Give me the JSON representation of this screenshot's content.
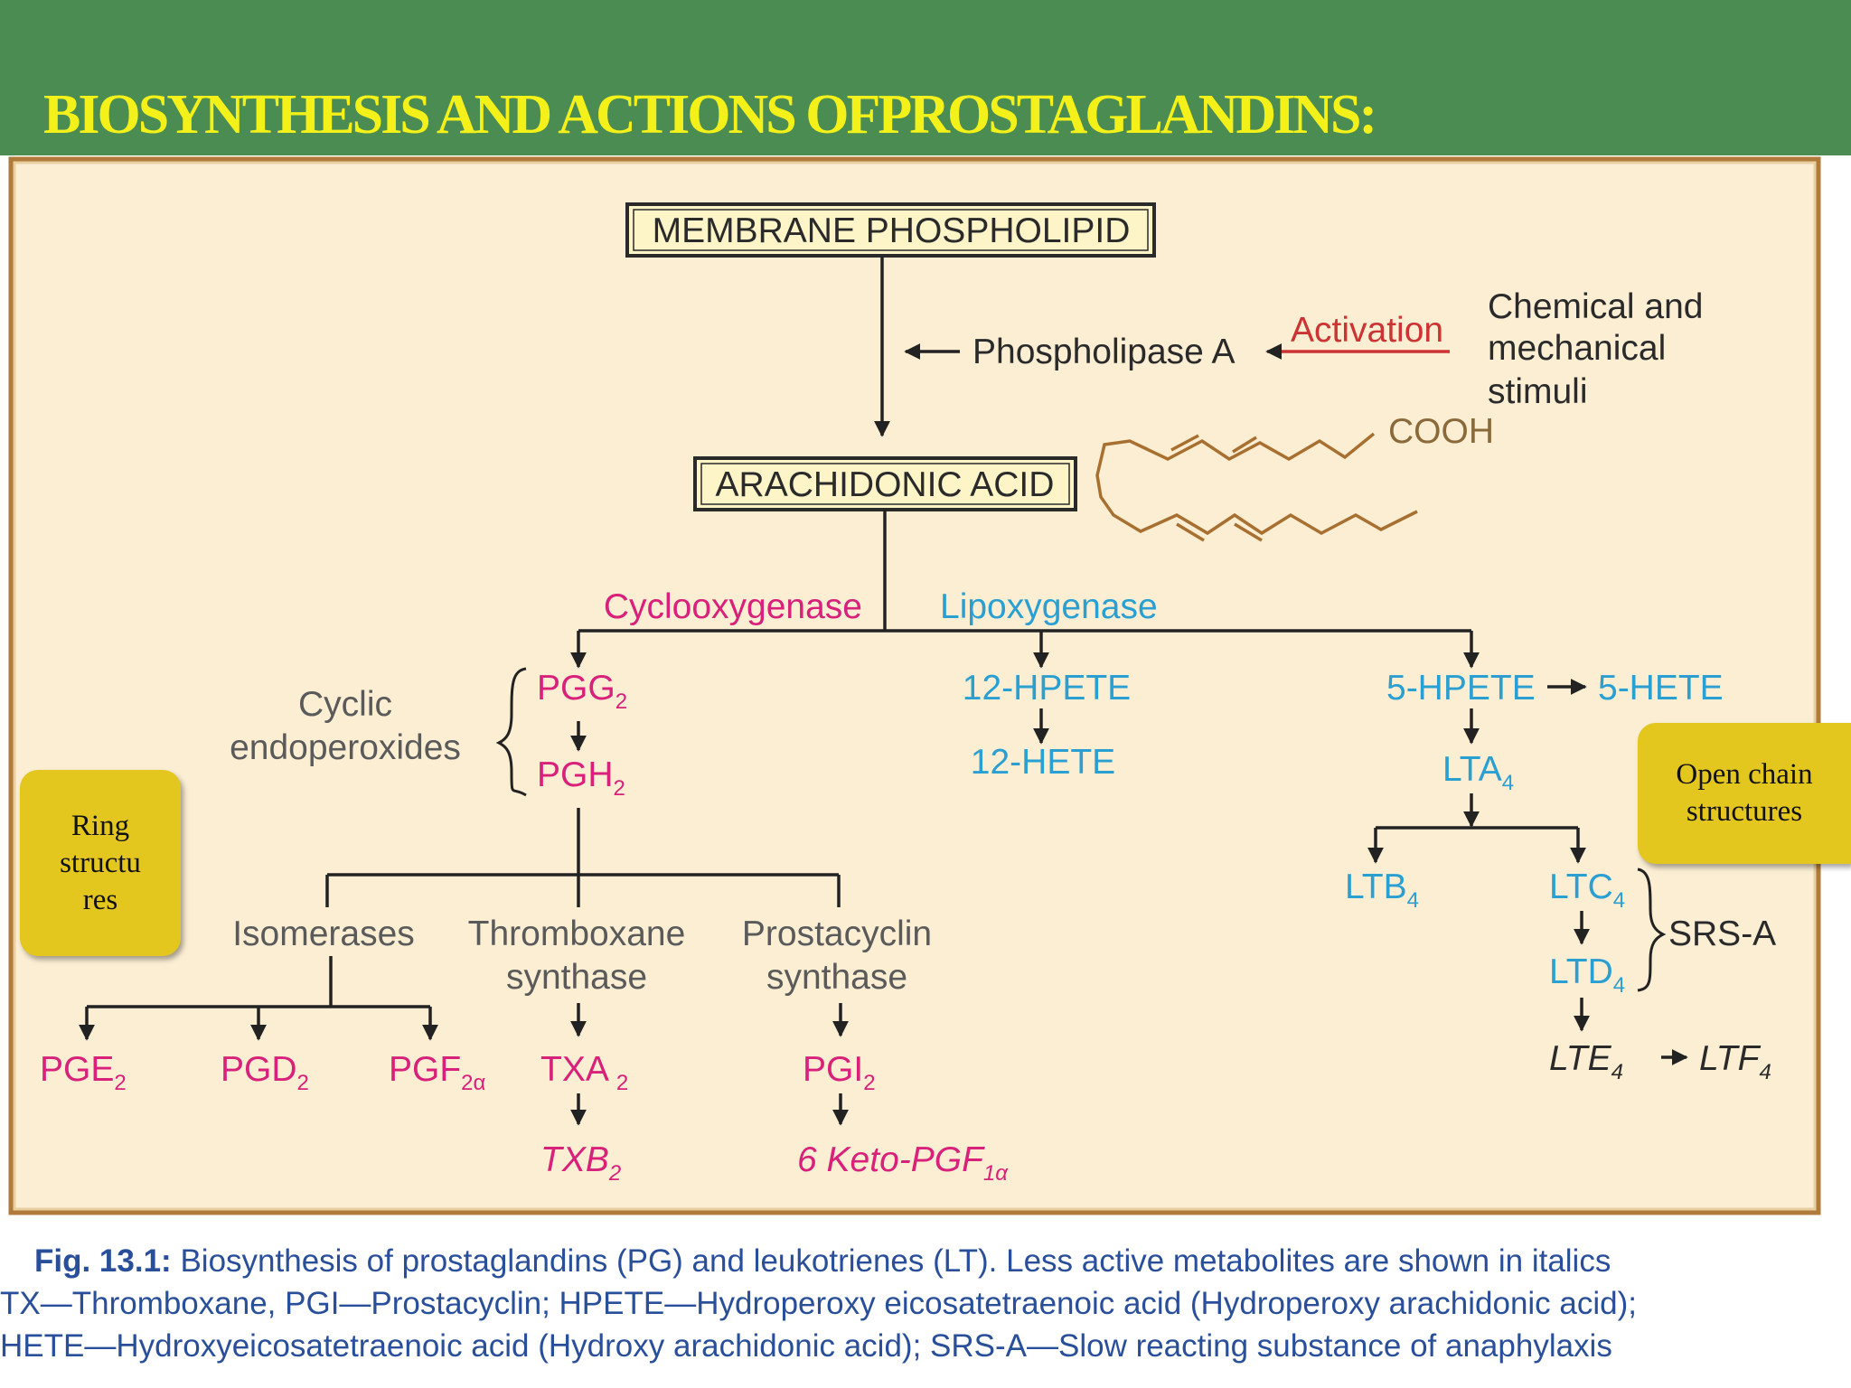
{
  "title": "BIOSYNTHESIS AND ACTIONS OFPROSTAGLANDINS:",
  "colors": {
    "header": "#4a8c52",
    "title": "#f3f01a",
    "panel": "#fbeed3",
    "panel_border": "#b07a3a",
    "cyclo": "#d8217a",
    "lipo": "#2a9fd2",
    "note": "#e3c71e"
  },
  "diagram": {
    "membrane": "MEMBRANE PHOSPHOLIPID",
    "phospholipase": "Phospholipase A",
    "activation": "Activation",
    "stimuli": [
      "Chemical and",
      "mechanical",
      "stimuli"
    ],
    "cooh": "COOH",
    "arachidonic": "ARACHIDONIC ACID",
    "cyclooxygenase": "Cyclooxygenase",
    "lipoxygenase": "Lipoxygenase",
    "cyclic": [
      "Cyclic",
      "endoperoxides"
    ],
    "pgg": {
      "base": "PGG",
      "sub": "2"
    },
    "pgh": {
      "base": "PGH",
      "sub": "2"
    },
    "hpete12": "12-HPETE",
    "hete12": "12-HETE",
    "hpete5": "5-HPETE",
    "hete5": "5-HETE",
    "lta": {
      "base": "LTA",
      "sub": "4"
    },
    "ltb": {
      "base": "LTB",
      "sub": "4"
    },
    "ltc": {
      "base": "LTC",
      "sub": "4"
    },
    "ltd": {
      "base": "LTD",
      "sub": "4"
    },
    "lte": {
      "base": "LTE",
      "sub": "4"
    },
    "ltf": {
      "base": "LTF",
      "sub": "4"
    },
    "srsa": "SRS-A",
    "isomerases": "Isomerases",
    "thromboxane_synthase": [
      "Thromboxane",
      "synthase"
    ],
    "prostacyclin_synthase": [
      "Prostacyclin",
      "synthase"
    ],
    "pge": {
      "base": "PGE",
      "sub": "2"
    },
    "pgd": {
      "base": "PGD",
      "sub": "2"
    },
    "pgf": {
      "base": "PGF",
      "sub": "2α"
    },
    "txa": {
      "base": "TXA",
      "sub": "2"
    },
    "txb": {
      "base": "TXB",
      "sub": "2"
    },
    "pgi": {
      "base": "PGI",
      "sub": "2"
    },
    "keto": {
      "base": "6 Keto-PGF",
      "sub": "1α"
    }
  },
  "notes": {
    "ring": [
      "Ring",
      "structu",
      "res"
    ],
    "open": [
      "Open chain",
      "structures"
    ]
  },
  "caption": {
    "label": "Fig. 13.1:",
    "line1": "Biosynthesis of prostaglandins (PG) and leukotrienes (LT). Less active metabolites are shown in italics",
    "line2": "TX—Thromboxane, PGI—Prostacyclin; HPETE—Hydroperoxy eicosatetraenoic acid (Hydroperoxy arachidonic acid);",
    "line3": "HETE—Hydroxyeicosatetraenoic acid (Hydroxy arachidonic acid); SRS-A—Slow reacting substance of anaphylaxis"
  }
}
